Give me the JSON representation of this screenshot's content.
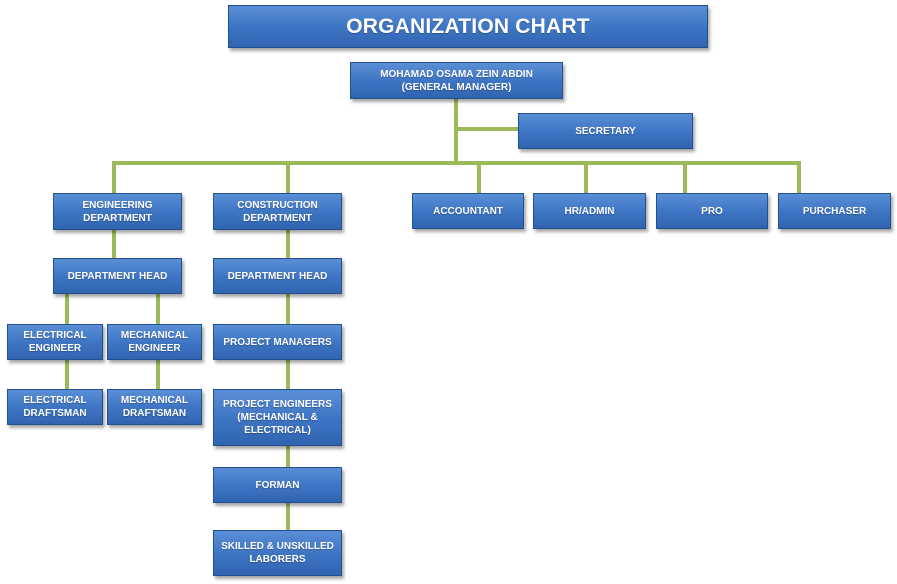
{
  "chart": {
    "title": "ORGANIZATION CHART",
    "general_manager": "MOHAMAD OSAMA ZEIN ABDIN\n(GENERAL MANAGER)",
    "secretary": "SECRETARY",
    "engineering_department": "ENGINEERING\nDEPARTMENT",
    "construction_department": "CONSTRUCTION\nDEPARTMENT",
    "accountant": "ACCOUNTANT",
    "hr_admin": "HR/ADMIN",
    "pro": "PRO",
    "purchaser": "PURCHASER",
    "engineering_department_head": "DEPARTMENT  HEAD",
    "construction_department_head": "DEPARTMENT  HEAD",
    "electrical_engineer": "ELECTRICAL\nENGINEER",
    "mechanical_engineer": "MECHANICAL\nENGINEER",
    "electrical_draftsman": "ELECTRICAL\nDRAFTSMAN",
    "mechanical_draftsman": "MECHANICAL\nDRAFTSMAN",
    "project_managers": "PROJECT  MANAGERS",
    "project_engineers": "PROJECT ENGINEERS\n(MECHANICAL &\nELECTRICAL)",
    "forman": "FORMAN",
    "laborers": "SKILLED  & UNSKILLED\nLABORERS"
  },
  "colors": {
    "box_fill": "#4f81bd",
    "connector": "#9bbb59",
    "text": "#ffffff"
  }
}
